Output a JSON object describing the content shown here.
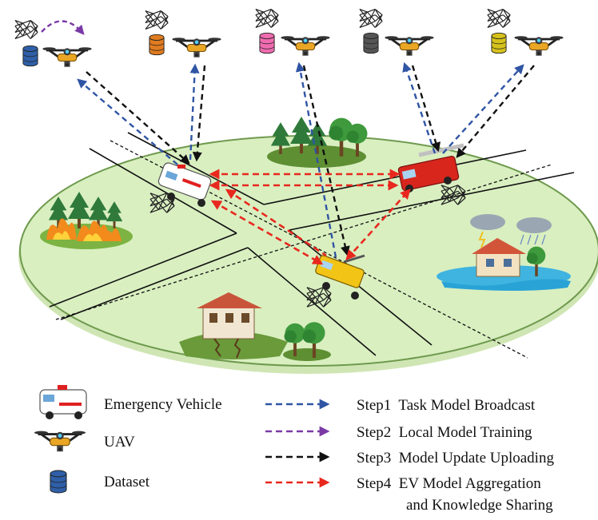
{
  "legend": {
    "icons": [
      {
        "label": "Emergency Vehicle",
        "icon": "ambulance-icon"
      },
      {
        "label": "UAV",
        "icon": "uav-icon"
      },
      {
        "label": "Dataset",
        "icon": "database-icon"
      }
    ],
    "steps": [
      {
        "label": "Step1  Task Model Broadcast",
        "color": "#2f55a4"
      },
      {
        "label": "Step2  Local Model Training",
        "color": "#7a3aa6"
      },
      {
        "label": "Step3  Model Update Uploading",
        "color": "#111111"
      },
      {
        "label": "Step4  EV Model Aggregation",
        "label2": "and Knowledge Sharing",
        "color": "#e8281e"
      }
    ]
  },
  "colors": {
    "ground": "#d9efc0",
    "ground_edge": "#7da85a",
    "road": "#111111",
    "db_colors": [
      "#2f5fa8",
      "#e07b1f",
      "#f06bb0",
      "#555555",
      "#d6c21a"
    ],
    "nn_colors": [
      "#4a78b8",
      "#4a78b8",
      "#e05a8a",
      "#d8a21a",
      "#d8a21a"
    ]
  },
  "scenes": [
    "forest-fire",
    "forest",
    "flood-house",
    "earthquake-house",
    "trees"
  ],
  "vehicles": [
    "ambulance",
    "fire-truck",
    "tow-truck"
  ]
}
